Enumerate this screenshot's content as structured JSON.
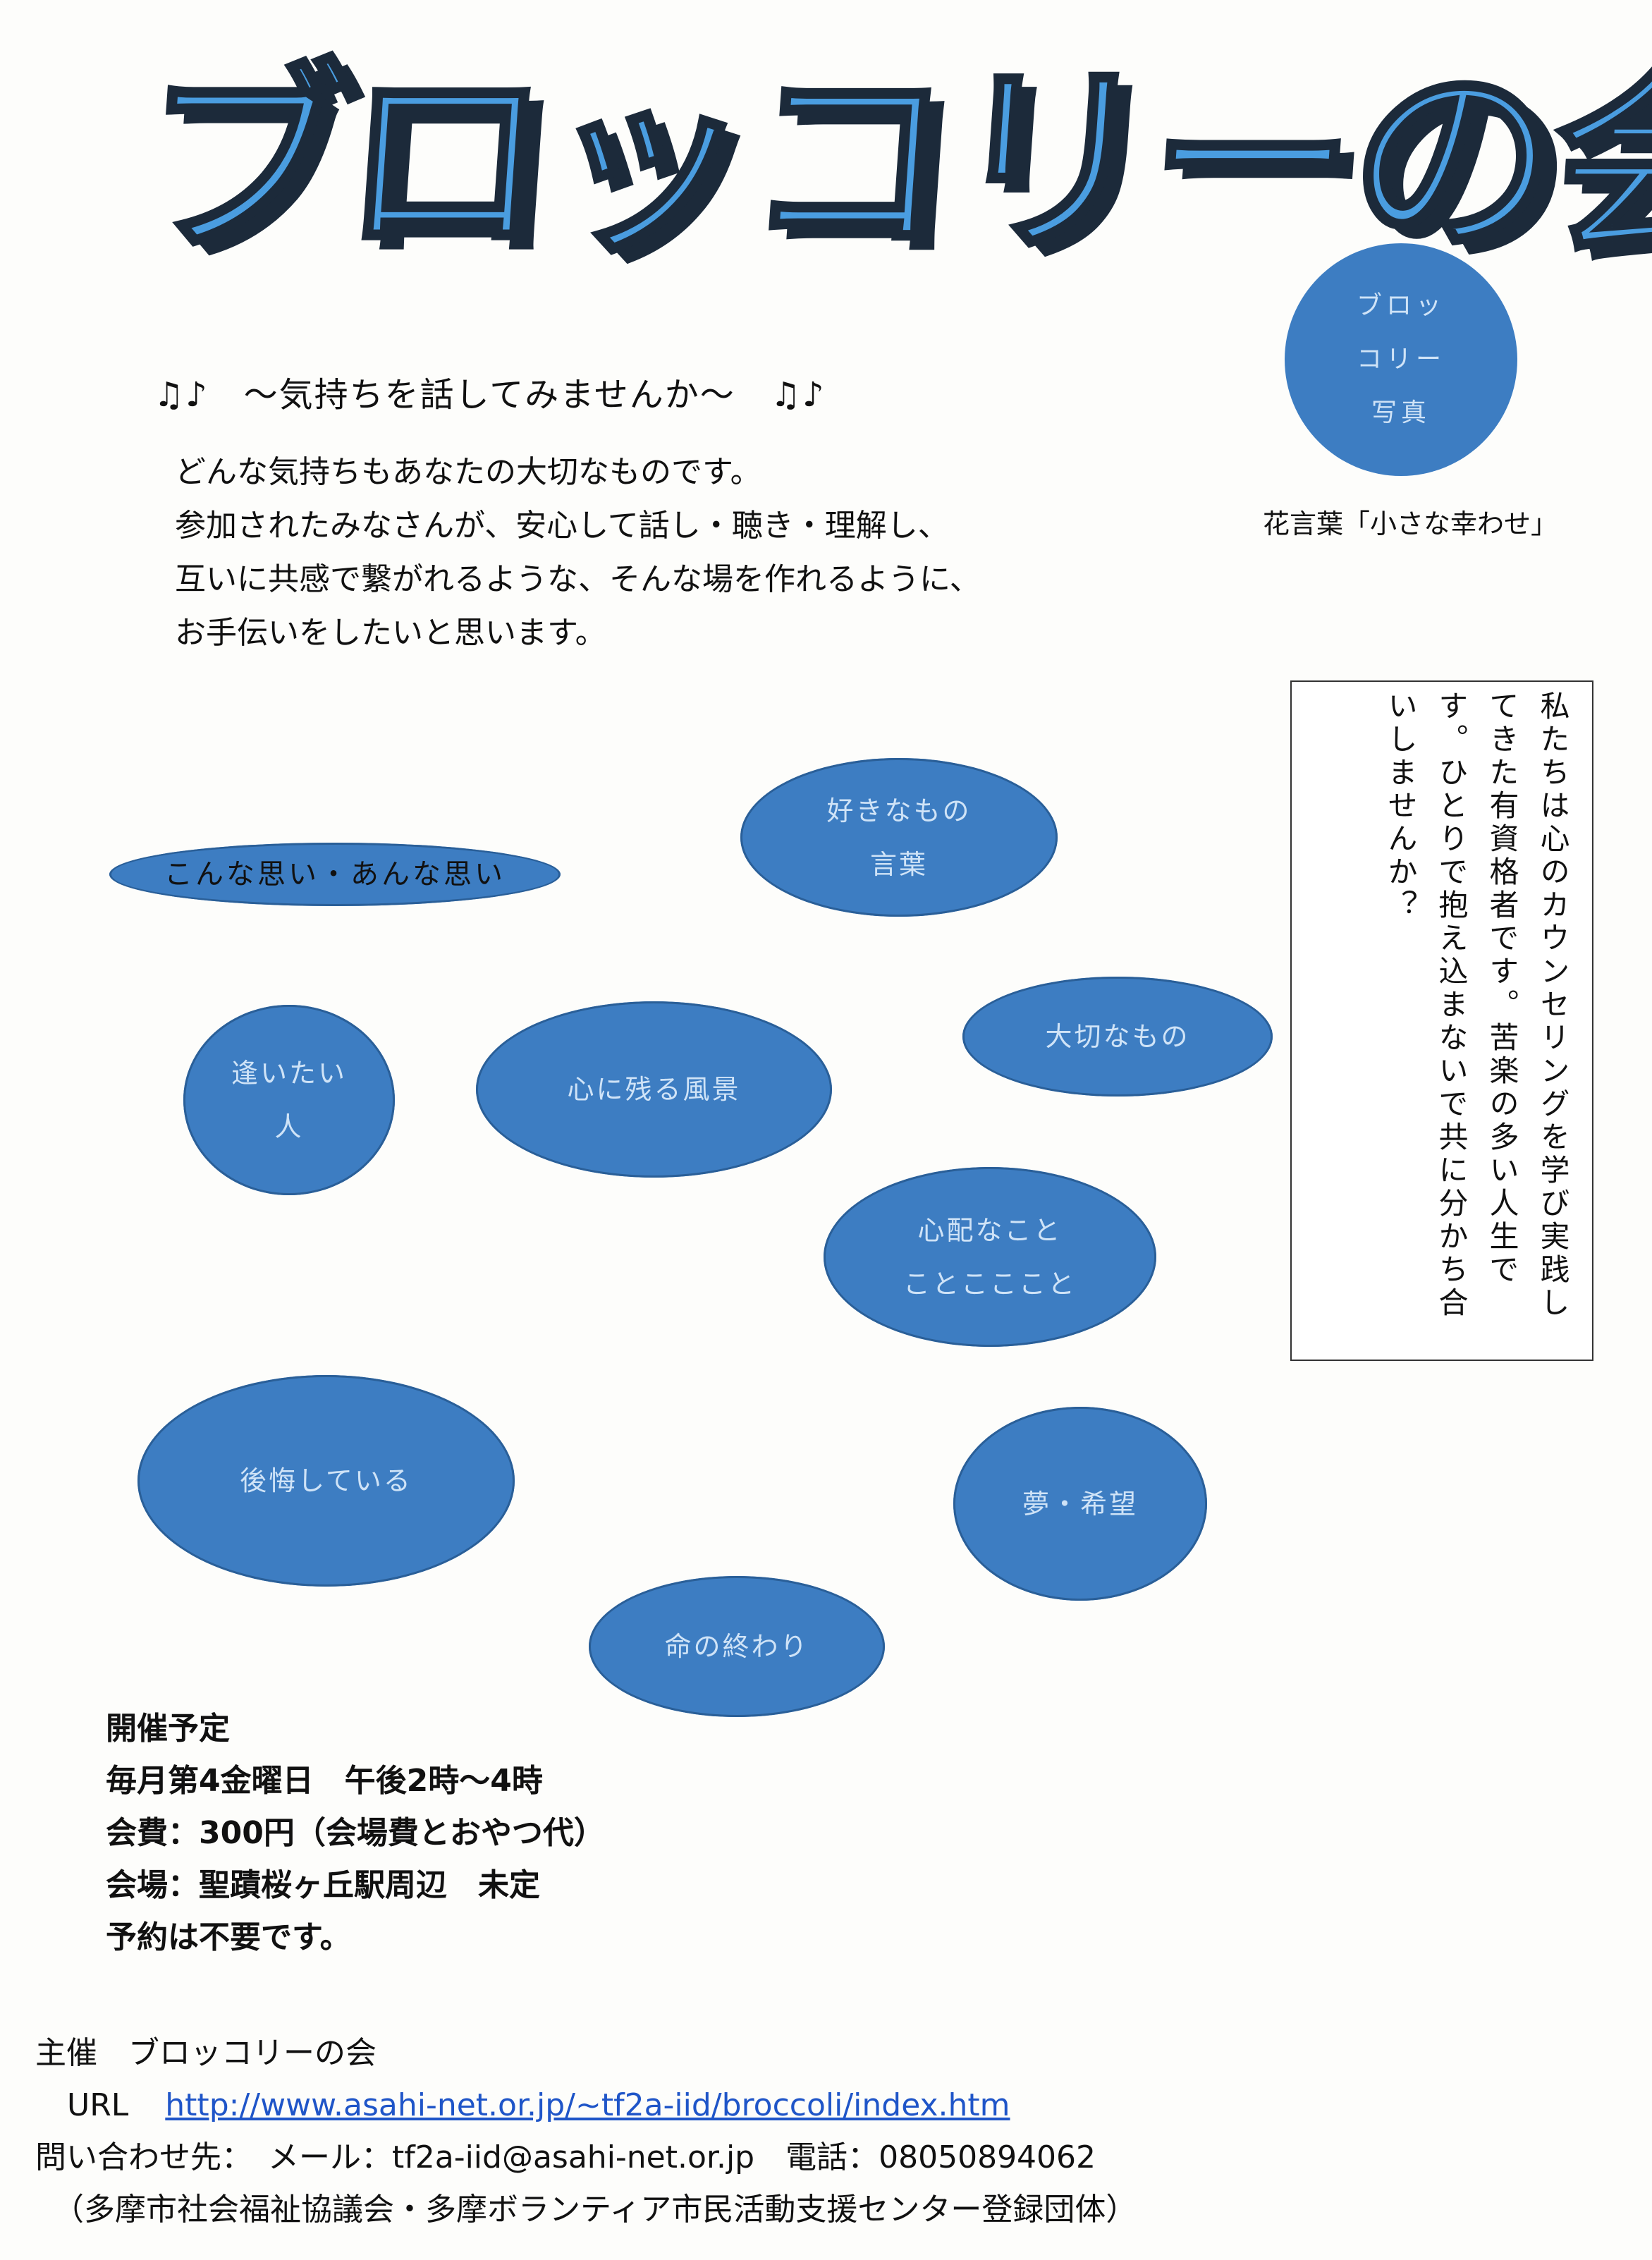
{
  "title": "ブロッコリーの会",
  "photo_circle": {
    "line1": "ブロッ",
    "line2": "コリー",
    "line3": "写真"
  },
  "flower_language": "花言葉「小さな幸わせ」",
  "subtitle": "♫♪　〜気持ちを話してみませんか〜　♫♪",
  "intro": [
    "どんな気持ちもあなたの大切なものです。",
    "参加されたみなさんが、安心して話し・聴き・理解し、",
    "互いに共感で繋がれるような、そんな場を作れるように、",
    "お手伝いをしたいと思います。"
  ],
  "vertical_message": "私たちは心のカウンセリングを学び実践してきた有資格者です。苦楽の多い人生です。ひとりで抱え込まないで共に分かち合いしませんか？",
  "bubbles": {
    "main": "こんな思い・あんな思い",
    "favorite": [
      "好きなもの",
      "言葉"
    ],
    "important": [
      "大切なもの"
    ],
    "meet": [
      "逢いたい",
      "人"
    ],
    "scenery": [
      "心に残る風景"
    ],
    "worry": [
      "心配なこと",
      "ことこここと"
    ],
    "regret": [
      "後悔している"
    ],
    "dream": [
      "夢・希望"
    ],
    "life_end": [
      "命の終わり"
    ]
  },
  "schedule": {
    "heading": "開催予定",
    "when": "毎月第4金曜日　午後2時〜4時",
    "fee": "会費：300円（会場費とおやつ代）",
    "venue": "会場：聖蹟桜ヶ丘駅周辺　未定",
    "reservation": "予約は不要です。"
  },
  "footer": {
    "organizer": "主催　ブロッコリーの会",
    "url_label": "URL",
    "url": "http://www.asahi-net.or.jp/~tf2a-iid/broccoli/index.htm",
    "contact": "問い合わせ先：　メール：tf2a-iid@asahi-net.or.jp　電話：08050894062",
    "registration": "（多摩市社会福祉協議会・多摩ボランティア市民活動支援センター登録団体）"
  },
  "colors": {
    "bubble": "#3d7dc2",
    "title_face": "#4a9de0",
    "title_shadow": "#1c2a3a",
    "link": "#1f55c8"
  }
}
